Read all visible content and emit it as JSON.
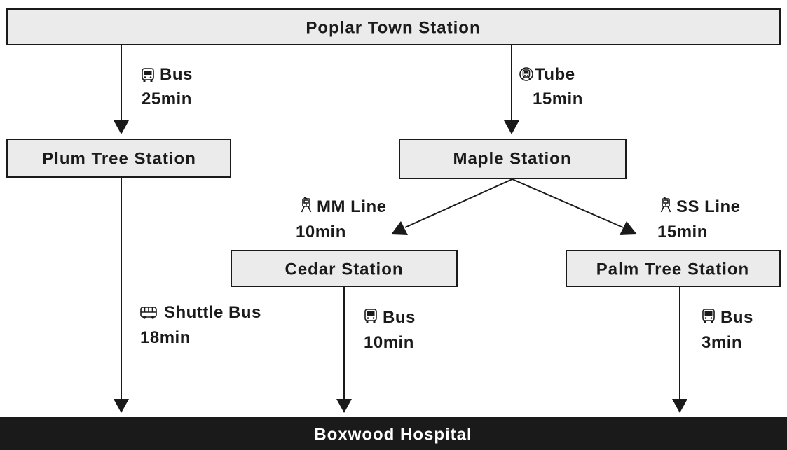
{
  "nodes": {
    "poplar": "Poplar Town Station",
    "plum": "Plum Tree Station",
    "maple": "Maple Station",
    "cedar": "Cedar Station",
    "palm": "Palm Tree Station",
    "hospital": "Boxwood Hospital"
  },
  "edges": {
    "poplar_plum": {
      "mode": "Bus",
      "time": "25min",
      "icon": "bus-icon"
    },
    "poplar_maple": {
      "mode": "Tube",
      "time": "15min",
      "icon": "tube-icon"
    },
    "maple_cedar": {
      "mode": "MM Line",
      "time": "10min",
      "icon": "tram-icon"
    },
    "maple_palm": {
      "mode": "SS Line",
      "time": "15min",
      "icon": "tram-icon"
    },
    "plum_hosp": {
      "mode": "Shuttle Bus",
      "time": "18min",
      "icon": "shuttle-bus-icon"
    },
    "cedar_hosp": {
      "mode": "Bus",
      "time": "10min",
      "icon": "bus-icon"
    },
    "palm_hosp": {
      "mode": "Bus",
      "time": "3min",
      "icon": "bus-icon"
    }
  }
}
